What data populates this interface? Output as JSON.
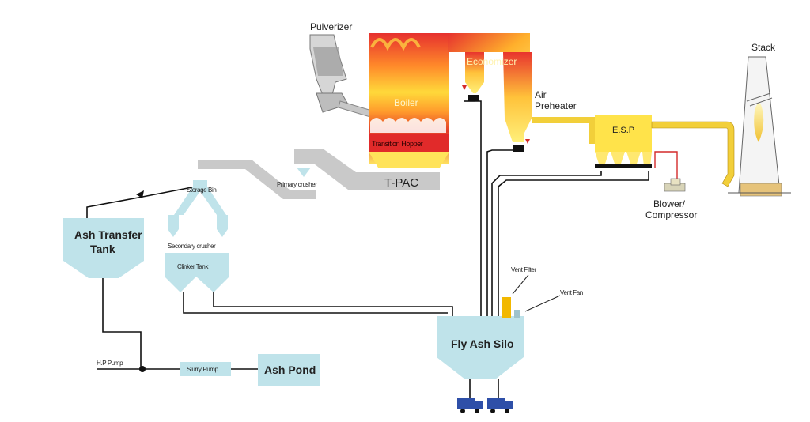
{
  "labels": {
    "pulverizer": "Pulverizer",
    "boiler": "Boiler",
    "transition_hopper": "Transition Hopper",
    "tpac": "T-PAC",
    "economizer": "Economizer",
    "air_preheater_1": "Air",
    "air_preheater_2": "Preheater",
    "esp": "E.S.P",
    "stack": "Stack",
    "blower_1": "Blower/",
    "blower_2": "Compressor",
    "primary_crusher": "Primary crusher",
    "storage_bin": "Storage Bin",
    "secondary_crusher": "Secondary crusher",
    "clinker_tank": "Clinker Tank",
    "ash_transfer_tank_1": "Ash Transfer",
    "ash_transfer_tank_2": "Tank",
    "hp_pump": "H.P Pump",
    "slurry_pump": "Slurry Pump",
    "ash_pond": "Ash Pond",
    "fly_ash_silo": "Fly Ash Silo",
    "vent_filter": "Vent Filter",
    "vent_fan": "Vent Fan"
  },
  "colors": {
    "equipment": "#bfe3ea",
    "conveyor": "#c8c8c8",
    "flame_red": "#e02a2a",
    "flame_yellow": "#ffe24d",
    "flue_duct": "#f2cf3a",
    "truck": "#2e4fa8",
    "pipe": "#111111"
  }
}
